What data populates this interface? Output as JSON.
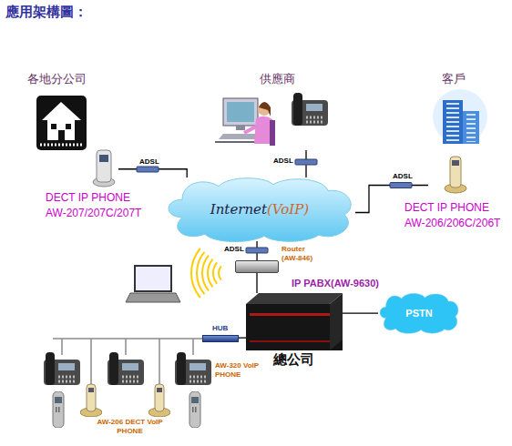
{
  "diagram": {
    "title": "應用架構圖：",
    "nodes": [
      {
        "text": [
          "各地分公司"
        ]
      },
      {
        "text": [
          "供應商"
        ]
      },
      {
        "text": [
          "客戶"
        ]
      },
      {
        "text": [
          "Internet",
          "(VoIP)"
        ]
      },
      {
        "text": [
          "Router (AW-846)"
        ]
      },
      {
        "text": [
          "IP PABX(AW-9630)",
          "總公司"
        ]
      },
      {
        "text": [
          "PSTN"
        ]
      },
      {
        "text": [
          "HUB"
        ]
      }
    ],
    "edges": [
      {
        "from": 0,
        "to": 3,
        "label": "ADSL",
        "arrow": "none"
      },
      {
        "from": 1,
        "to": 3,
        "label": "ADSL",
        "arrow": "none"
      },
      {
        "from": 2,
        "to": 3,
        "label": "ADSL",
        "arrow": "none"
      },
      {
        "from": 3,
        "to": 4,
        "label": "ADSL",
        "arrow": "none"
      },
      {
        "from": 4,
        "to": 5,
        "arrow": "none"
      },
      {
        "from": 5,
        "to": 6,
        "arrow": "none"
      },
      {
        "from": 5,
        "to": 7,
        "arrow": "none"
      }
    ],
    "labels": [
      "DECT IP PHONE",
      "AW-207/207C/207T",
      "DECT IP PHONE",
      "AW-206/206C/206T",
      "AW-320 VoIP PHONE",
      "AW-206 DECT VoIP PHONE"
    ]
  }
}
